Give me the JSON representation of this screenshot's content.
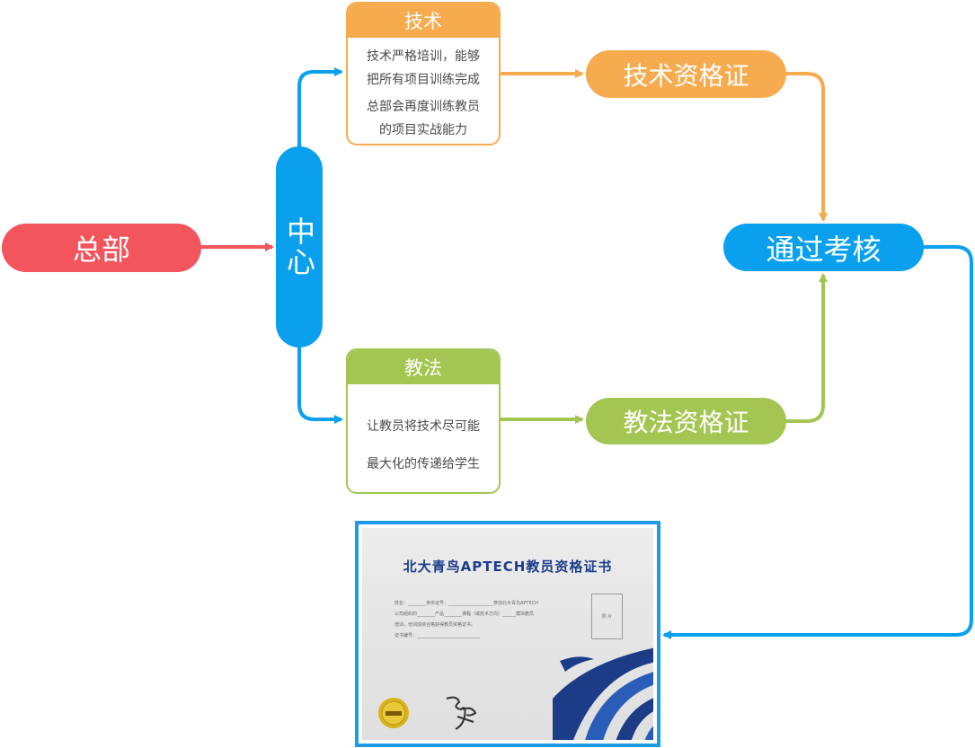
{
  "nodes": {
    "hq": "总部",
    "center": "中心",
    "tech_cert": "技术资格证",
    "method_cert": "教法资格证",
    "pass_exam": "通过考核"
  },
  "cards": {
    "tech": {
      "title": "技术",
      "lines": [
        "技术严格培训，能够",
        "把所有项目训练完成",
        "总部会再度训练教员",
        "的项目实战能力"
      ]
    },
    "method": {
      "title": "教法",
      "lines": [
        "让教员将技术尽可能",
        "最大化的传递给学生"
      ]
    }
  },
  "certificate": {
    "title": "北大青鸟APTECH教员资格证书",
    "text_lines": [
      "姓名：________身份证号：____________________参加北大青鸟APTECH",
      "公司组织的________产品________课程（或技术方向）______模块教员",
      "培训，培训成绩合格获得教员资格证书。",
      "证书编号：____________________________"
    ],
    "photo_label": "照 片"
  },
  "colors": {
    "red": "#f2555b",
    "blue": "#0aa0ee",
    "orange": "#f6ab4e",
    "green": "#a3c653",
    "cert_border": "#1e9be8",
    "cert_title": "#1c3c88"
  }
}
